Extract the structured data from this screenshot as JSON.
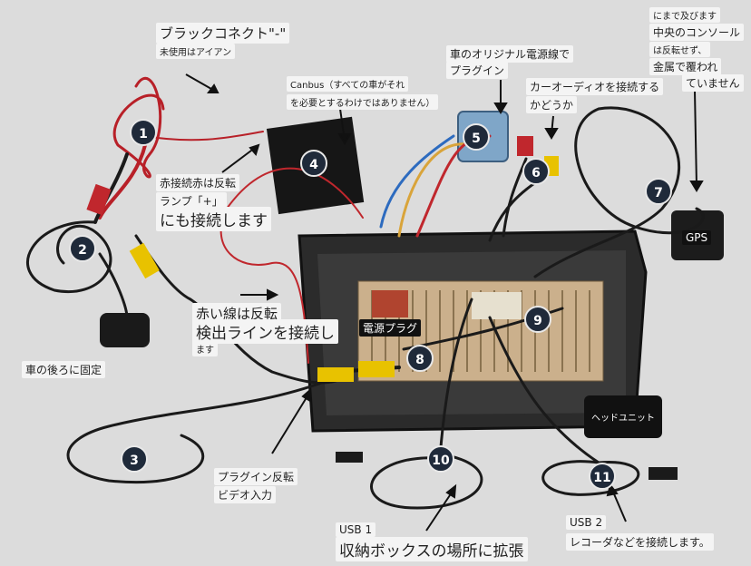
{
  "labels": {
    "black_connect": "ブラックコネクト\"-\"",
    "black_connect_sub": "未使用はアイアン",
    "canbus_1": "Canbus（すべての車がそれ",
    "canbus_2": "を必要とするわけではありません）",
    "orig_power_1": "車のオリジナル電源線で",
    "orig_power_2": "プラグイン",
    "car_audio_1": "カーオーディオを接続する",
    "car_audio_2": "かどうか",
    "console_1": "にまで及びます",
    "console_2": "中央のコンソール",
    "console_3": "は反転せず、",
    "console_4": "金属で覆われ",
    "console_5": "ていません",
    "red_rev_1": "赤接続赤は反転",
    "red_rev_2": "ランプ「+」",
    "red_rev_3": "にも接続します",
    "red_line_1": "赤い線は反転",
    "red_line_2": "検出ラインを接続し",
    "red_line_3": "ます",
    "rear_fixed": "車の後ろに固定",
    "power_plug": "電源プラグ",
    "head_unit": "ヘッドユニット",
    "gps": "GPS",
    "plugin_rev_1": "プラグイン反転",
    "plugin_rev_2": "ビデオ入力",
    "usb1_1": "USB 1",
    "usb1_2": "収納ボックスの場所に拡張",
    "usb2_1": "USB 2",
    "usb2_2": "レコーダなどを接続します。"
  },
  "numbers": [
    "1",
    "2",
    "3",
    "4",
    "5",
    "6",
    "7",
    "8",
    "9",
    "10",
    "11"
  ],
  "colors": {
    "background": "#dcdcdc",
    "badge": "#1f2a3a",
    "wire_red": "#c0272d",
    "wire_black": "#1a1a1a",
    "rca_yellow": "#e8c200"
  }
}
